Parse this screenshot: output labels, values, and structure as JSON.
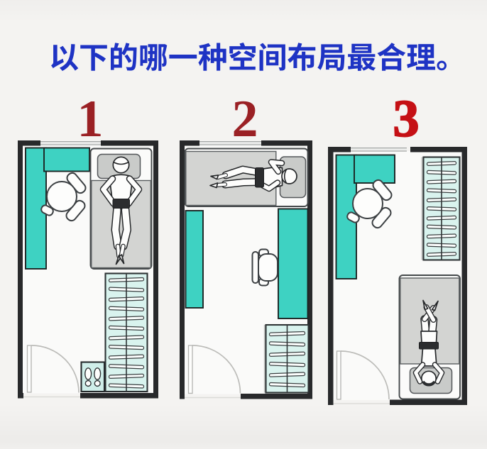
{
  "title": {
    "text": "以下的哪一种空间布局最合理。"
  },
  "options": [
    {
      "label": "1",
      "highlighted": false,
      "items": [
        "window",
        "corner-desk",
        "chair",
        "bed-head-at-window",
        "person-lying-on-back",
        "wardrobe",
        "shoe-mat",
        "door"
      ]
    },
    {
      "label": "2",
      "highlighted": false,
      "items": [
        "window",
        "bed-across-window",
        "person-lying-head-right",
        "cabinet",
        "desk",
        "office-chair",
        "wardrobe",
        "door"
      ]
    },
    {
      "label": "3",
      "highlighted": true,
      "items": [
        "window",
        "corner-desk",
        "chair",
        "wardrobe",
        "bed-head-at-door-side",
        "person-lying-head-bottom",
        "door"
      ]
    }
  ],
  "theme": {
    "background": "#f4f3f1",
    "title_color": "#1e33c4",
    "option_number_color": "#9a2024",
    "option_number_highlight_color": "#c51015",
    "wall_color": "#28292b",
    "furniture_teal": "#3ed2c2",
    "wardrobe_fill": "#d9f3ee",
    "bed_grey": "#d3d4d2",
    "pillow_grey": "#c9cbc9",
    "outline": "#34383a"
  }
}
